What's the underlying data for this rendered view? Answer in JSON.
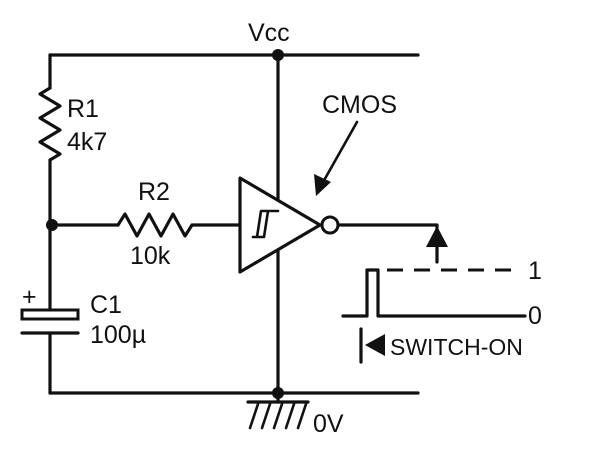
{
  "supply": {
    "label": "Vcc"
  },
  "ground": {
    "label": "0V"
  },
  "chip": {
    "label": "CMOS"
  },
  "r1": {
    "name": "R1",
    "value": "4k7"
  },
  "r2": {
    "name": "R2",
    "value": "10k"
  },
  "c1": {
    "name": "C1",
    "value": "100µ",
    "polarity": "+"
  },
  "timing": {
    "high_label": "1",
    "low_label": "0",
    "switch_on_label": "SWITCH-ON"
  }
}
